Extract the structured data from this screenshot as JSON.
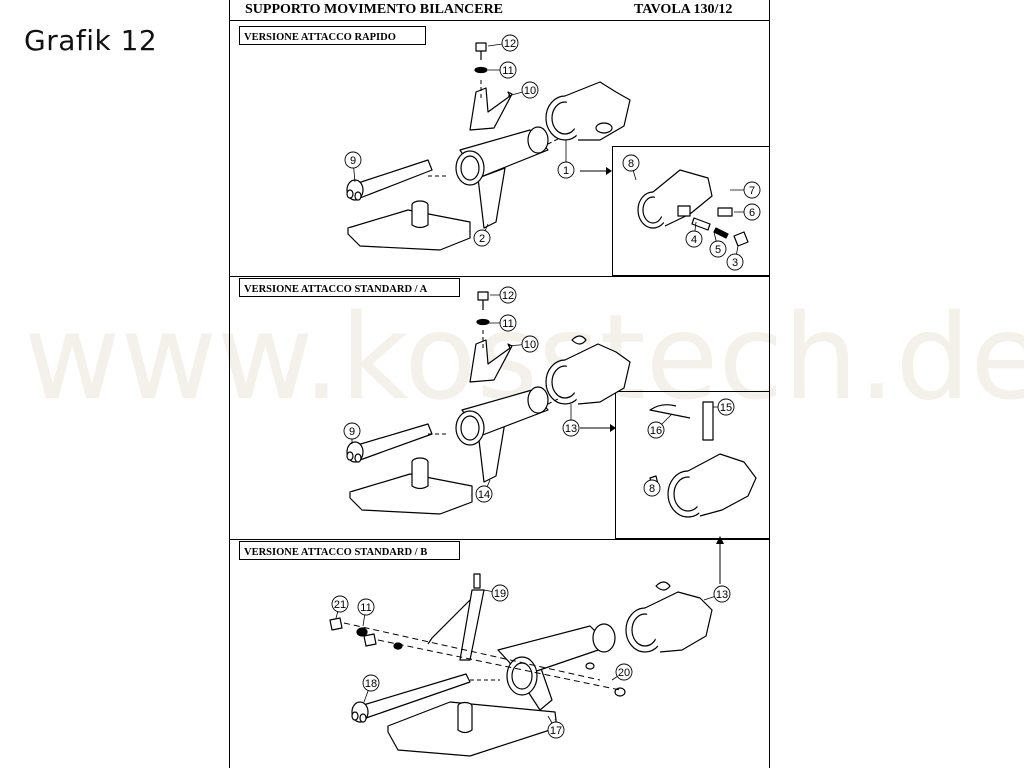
{
  "grafik_label": "Grafik 12",
  "title": "SUPPORTO MOVIMENTO BILANCERE",
  "table_number": "TAVOLA 130/12",
  "watermark": "www.kosstech.de",
  "sections": [
    {
      "label": "VERSIONE ATTACCO RAPIDO"
    },
    {
      "label": "VERSIONE ATTACCO STANDARD / A"
    },
    {
      "label": "VERSIONE ATTACCO STANDARD / B"
    }
  ],
  "callouts": {
    "s1": [
      "12",
      "11",
      "10",
      "9",
      "2",
      "1",
      "8",
      "7",
      "6",
      "4",
      "5",
      "3"
    ],
    "s2": [
      "12",
      "11",
      "10",
      "9",
      "14",
      "13",
      "15",
      "16",
      "8"
    ],
    "s3": [
      "19",
      "21",
      "11",
      "18",
      "20",
      "17",
      "13"
    ]
  }
}
